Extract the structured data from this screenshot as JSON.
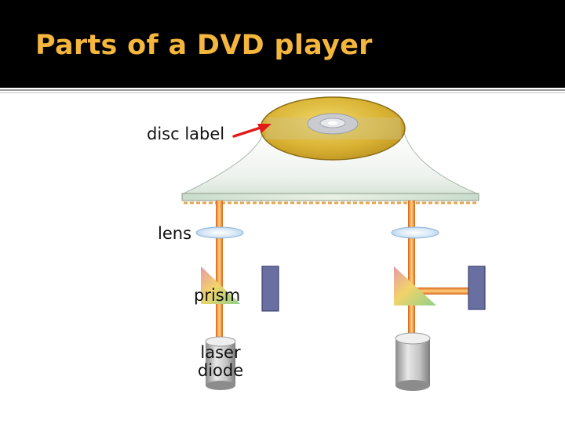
{
  "slide": {
    "title": "Parts of a DVD player"
  },
  "labels": {
    "disc_label": "disc label",
    "lens": "lens",
    "prism": "prism",
    "laser_diode": [
      "laser",
      "diode"
    ]
  },
  "colors": {
    "title": "#f4b63c",
    "beam": "#e8742a",
    "arrow": "#e21a1a",
    "detector": "#6a6fa2",
    "disc": "#d9b233"
  }
}
